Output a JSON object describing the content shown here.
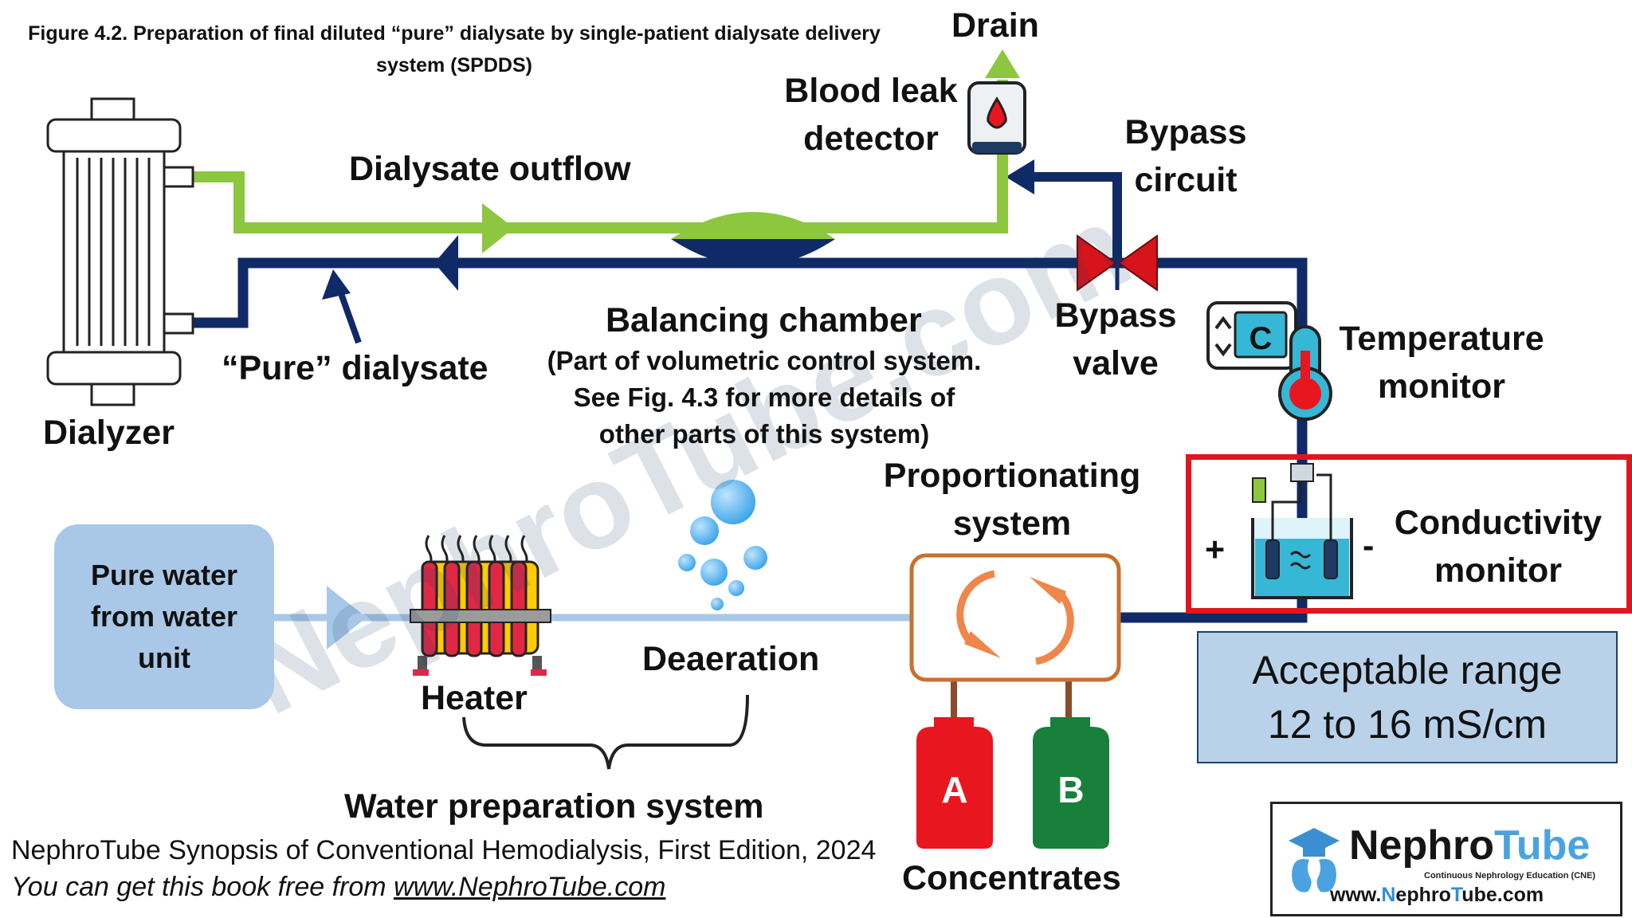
{
  "figure": {
    "title_line1": "Figure 4.2. Preparation of final diluted “pure” dialysate by single-patient dialysate delivery",
    "title_line2": "system (SPDDS)"
  },
  "labels": {
    "drain": "Drain",
    "blood_leak_line1": "Blood leak",
    "blood_leak_line2": "detector",
    "bypass_circuit_line1": "Bypass",
    "bypass_circuit_line2": "circuit",
    "dialysate_outflow": "Dialysate outflow",
    "pure_dialysate": "“Pure” dialysate",
    "dialyzer": "Dialyzer",
    "balancing_chamber": "Balancing chamber",
    "balancing_note_line1": "(Part of volumetric control system.",
    "balancing_note_line2": "See Fig. 4.3 for more details of",
    "balancing_note_line3": "other parts of this system)",
    "bypass_valve_line1": "Bypass",
    "bypass_valve_line2": "valve",
    "temperature_monitor_line1": "Temperature",
    "temperature_monitor_line2": "monitor",
    "proportionating_line1": "Proportionating",
    "proportionating_line2": "system",
    "conductivity_line1": "Conductivity",
    "conductivity_line2": "monitor",
    "plus": "+",
    "minus": "-",
    "pure_water": "Pure water\nfrom water\nunit",
    "heater": "Heater",
    "deaeration": "Deaeration",
    "water_preparation": "Water preparation system",
    "concentrates": "Concentrates",
    "concentrate_a": "A",
    "concentrate_b": "B",
    "temperature_unit": "C",
    "range_line1": "Acceptable range",
    "range_line2": "12 to 16 mS/cm"
  },
  "footer": {
    "citation": "NephroTube Synopsis of Conventional Hemodialysis, First Edition, 2024",
    "free_prefix": "You can get this book free from ",
    "free_link": "www.NephroTube.com"
  },
  "logo": {
    "name_part1": "Nephro",
    "name_part2": "Tube",
    "tagline": "Continuous Nephrology Education (CNE)",
    "url_part1": "www.",
    "url_part2": "N",
    "url_part3": "ephro",
    "url_part4": "T",
    "url_part5": "ube.com"
  },
  "watermark": "NephroTube.com",
  "colors": {
    "dialysate_outflow": "#8dc63f",
    "pure_dialysate": "#0f2a66",
    "water_line": "#a8c8e8",
    "valve": "#d7141c",
    "frame": "#e3151c",
    "concentrate_a": "#e8161e",
    "concentrate_b": "#18803a",
    "proportionating_box": "#c8702e"
  }
}
